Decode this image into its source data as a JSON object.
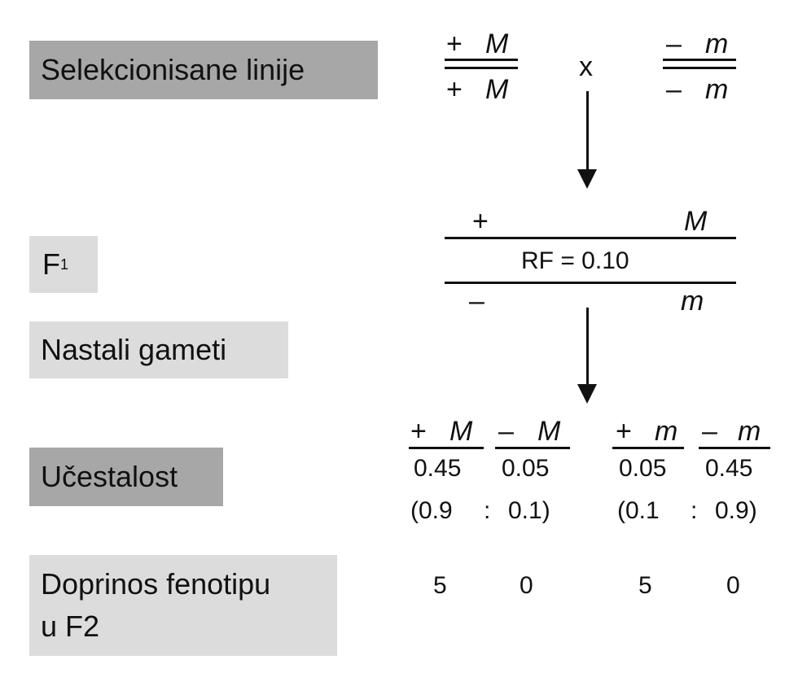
{
  "labels": {
    "selected_lines": "Selekcionisane linije",
    "f1": "F",
    "f1_sub": "1",
    "gametes": "Nastali gameti",
    "frequency": "Učestalost",
    "contribution_line1": "Doprinos fenotipu",
    "contribution_line2": "u F2"
  },
  "parents": {
    "left_top_sign": "+",
    "left_top_allele": "M",
    "left_bottom_sign": "+",
    "left_bottom_allele": "M",
    "cross_symbol": "x",
    "right_top_sign": "–",
    "right_top_allele": "m",
    "right_bottom_sign": "–",
    "right_bottom_allele": "m"
  },
  "f1_chromosome": {
    "top_sign": "+",
    "top_allele": "M",
    "recombination": "RF = 0.10",
    "bottom_sign": "–",
    "bottom_allele": "m"
  },
  "gametes": [
    {
      "sign": "+",
      "allele": "M",
      "frequency": "0.45",
      "contribution": "5"
    },
    {
      "sign": "–",
      "allele": "M",
      "frequency": "0.05",
      "contribution": "0"
    },
    {
      "sign": "+",
      "allele": "m",
      "frequency": "0.05",
      "contribution": "5"
    },
    {
      "sign": "–",
      "allele": "m",
      "frequency": "0.45",
      "contribution": "0"
    }
  ],
  "ratios": {
    "left_open": "(0.9",
    "left_colon": ":",
    "left_close": "0.1)",
    "right_open": "(0.1",
    "right_colon": ":",
    "right_close": "0.9)"
  },
  "colors": {
    "dark_label_bg": "#a7a7a7",
    "light_label_bg": "#dcdcdc",
    "ink": "#111111"
  }
}
